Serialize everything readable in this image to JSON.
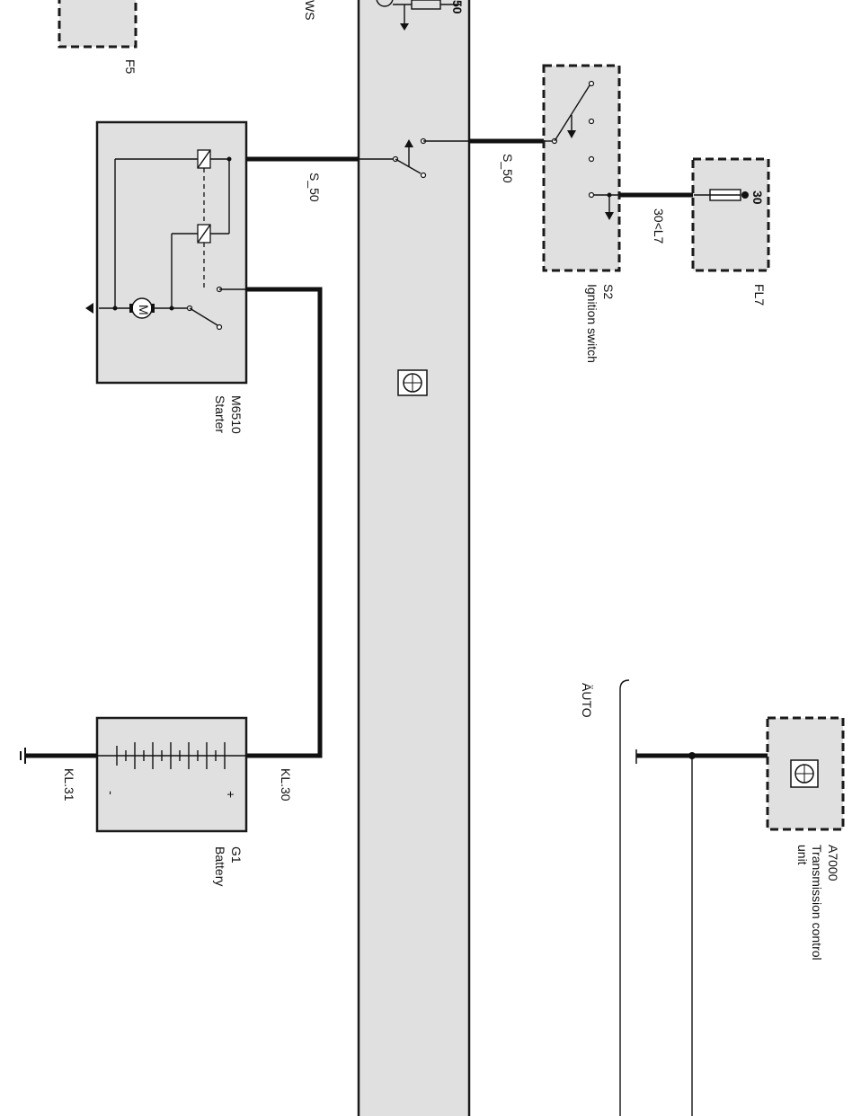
{
  "components": {
    "f5": {
      "id": "F5"
    },
    "ews": {
      "label_partial": "WS",
      "pin": "50"
    },
    "starter": {
      "id": "M6510",
      "name": "Starter",
      "motor_symbol": "M"
    },
    "ignition_switch": {
      "id": "S2",
      "name": "Ignition switch"
    },
    "fl7": {
      "id": "FL7",
      "pin": "30"
    },
    "battery": {
      "id": "G1",
      "name": "Battery",
      "minus": "-",
      "plus": "+"
    },
    "tcu": {
      "id": "A7000",
      "name_line1": "Transmission control",
      "name_line2": "unit"
    }
  },
  "wires": {
    "s50_left": "S_50",
    "s50_right": "S_50",
    "fuse_feed": "30<L7",
    "kl30": "KL.30",
    "kl31": "KL.31",
    "auto": "ÄUTO"
  }
}
